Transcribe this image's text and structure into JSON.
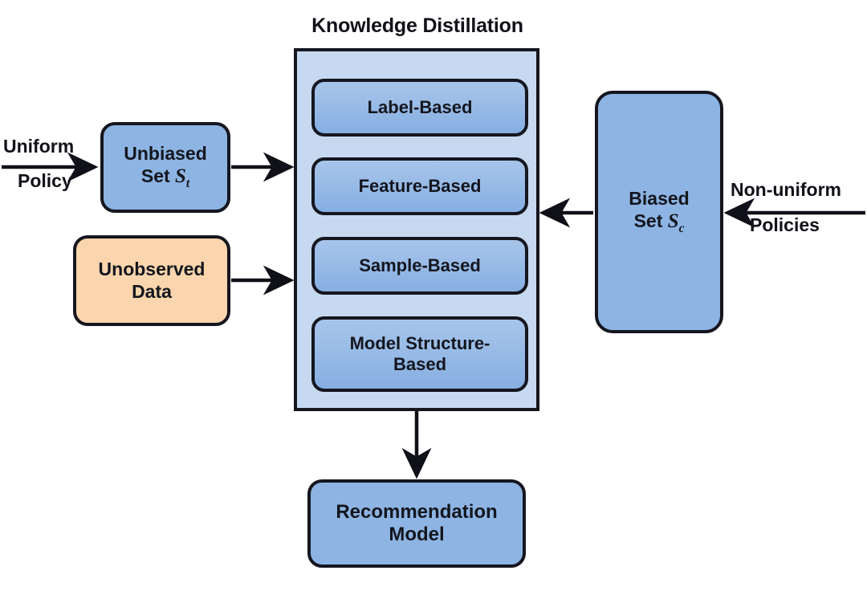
{
  "diagram": {
    "title": "Knowledge Distillation",
    "type": "flowchart",
    "colors": {
      "container_fill": "#c6d9f0",
      "inner_box_fill": "#8ab3e8",
      "node_fill": "#8db4e3",
      "unobserved_fill": "#fad5ad",
      "stroke": "#15161f",
      "text": "#14161e",
      "background": "#ffffff"
    }
  },
  "nodes": {
    "unbiased_set": {
      "line1": "Unbiased",
      "line2_prefix": "Set ",
      "line2_symbol": "S",
      "line2_subscript": "t"
    },
    "unobserved_data": {
      "line1": "Unobserved",
      "line2": "Data"
    },
    "biased_set": {
      "line1": "Biased",
      "line2_prefix": "Set ",
      "line2_symbol": "S",
      "line2_subscript": "c"
    },
    "recommendation_model": {
      "line1": "Recommendation",
      "line2": "Model"
    }
  },
  "kd_container": {
    "title": "Knowledge Distillation",
    "methods": [
      {
        "label": "Label-Based"
      },
      {
        "label": "Feature-Based"
      },
      {
        "label": "Sample-Based"
      },
      {
        "label": "Model Structure-Based"
      }
    ]
  },
  "edge_labels": {
    "uniform_policy": {
      "line1": "Uniform",
      "line2": "Policy"
    },
    "non_uniform_policies": {
      "line1": "Non-uniform",
      "line2": "Policies"
    }
  },
  "edges": [
    {
      "name": "uniform-policy-to-unbiased-set",
      "from": "Uniform Policy",
      "to": "Unbiased Set S_t",
      "direction": "right"
    },
    {
      "name": "unbiased-set-to-knowledge-distillation",
      "from": "Unbiased Set S_t",
      "to": "Knowledge Distillation",
      "direction": "right"
    },
    {
      "name": "unobserved-data-to-knowledge-distillation",
      "from": "Unobserved Data",
      "to": "Knowledge Distillation",
      "direction": "right"
    },
    {
      "name": "non-uniform-policies-to-biased-set",
      "from": "Non-uniform Policies",
      "to": "Biased Set S_c",
      "direction": "left"
    },
    {
      "name": "biased-set-to-knowledge-distillation",
      "from": "Biased Set S_c",
      "to": "Knowledge Distillation",
      "direction": "left"
    },
    {
      "name": "knowledge-distillation-to-recommendation-model",
      "from": "Knowledge Distillation",
      "to": "Recommendation Model",
      "direction": "down"
    }
  ]
}
